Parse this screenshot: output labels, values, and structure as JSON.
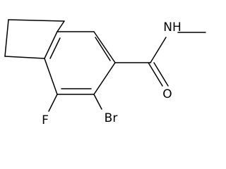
{
  "structure": {
    "atoms": {
      "nh": "NH",
      "o": "O",
      "f": "F",
      "br": "Br"
    }
  }
}
